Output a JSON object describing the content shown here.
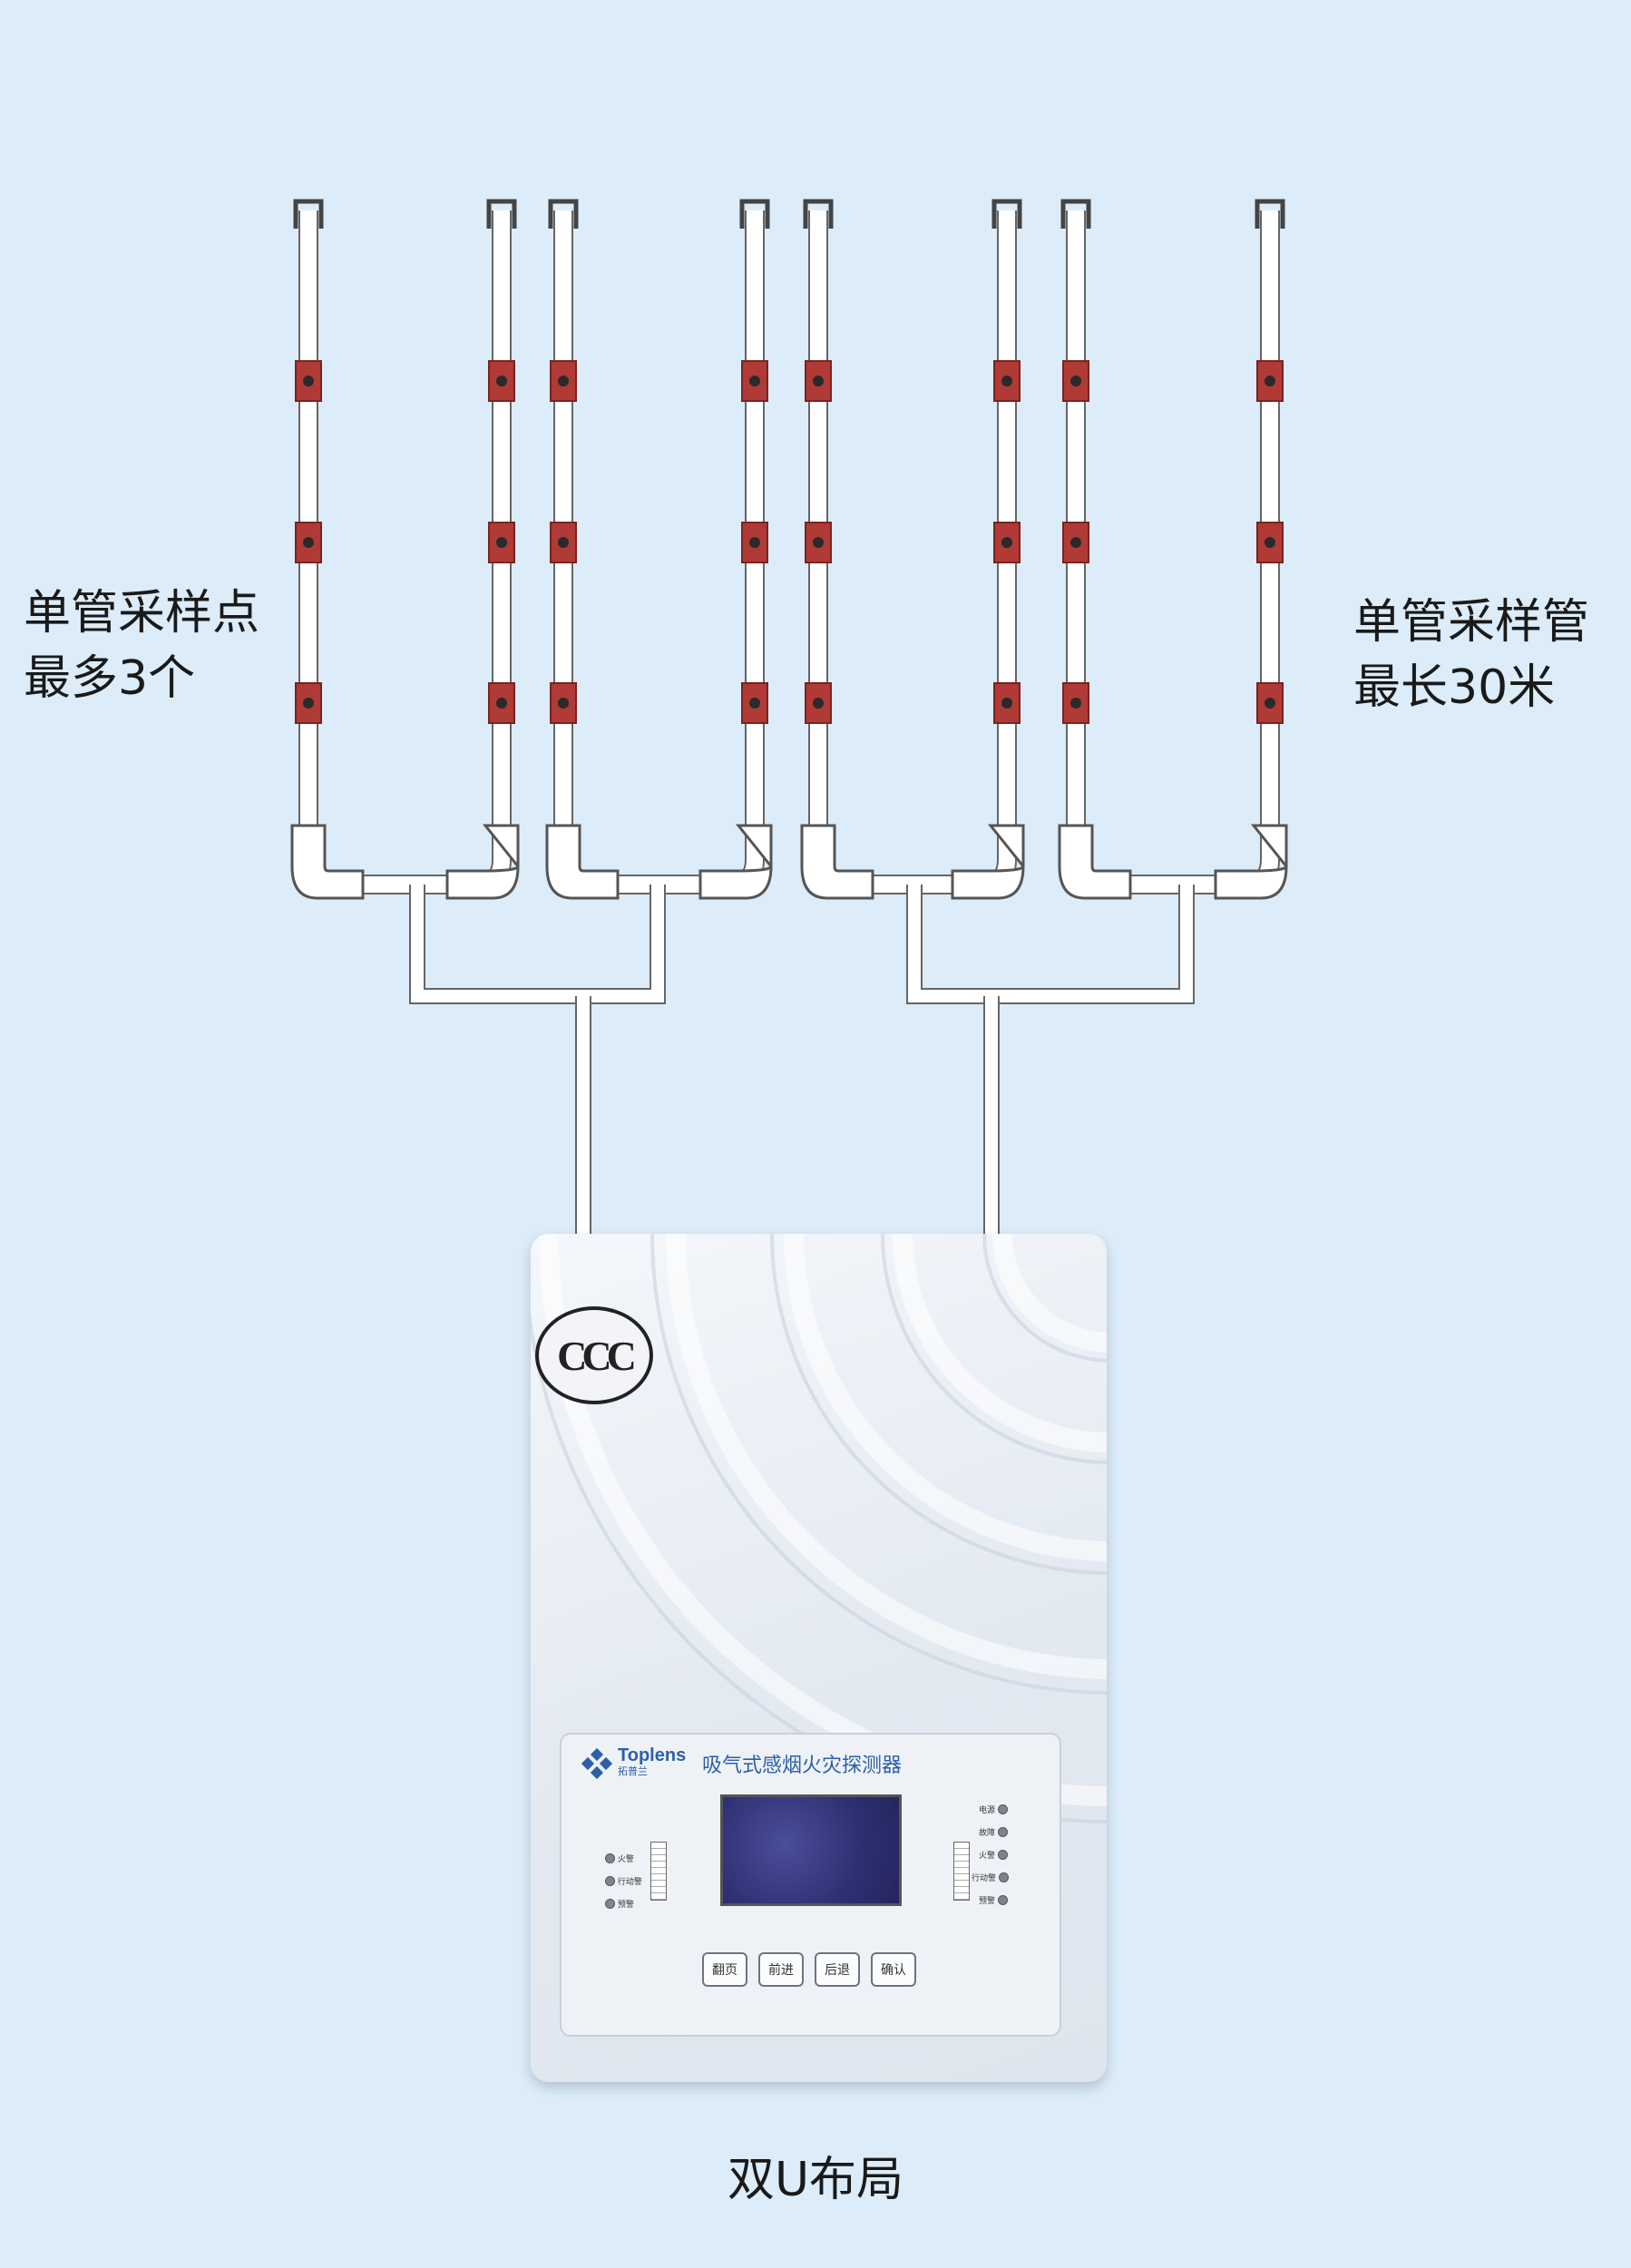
{
  "annotations": {
    "left": {
      "line1": "单管采样点",
      "line2": "最多3个"
    },
    "right": {
      "line1": "单管采样管",
      "line2": "最长30米"
    }
  },
  "caption": "双U布局",
  "device": {
    "certification": "CCC",
    "brand": {
      "name": "Toplens",
      "name_cn": "拓普兰"
    },
    "product_title": "吸气式感烟火灾探测器",
    "left_indicators": [
      "火警",
      "行动警",
      "预警"
    ],
    "right_indicators": [
      "电源",
      "故障",
      "火警",
      "行动警",
      "预警"
    ],
    "buttons": [
      "翻页",
      "前进",
      "后退",
      "确认"
    ]
  },
  "colors": {
    "background": "#dcecf9",
    "pipe_fill": "#ffffff",
    "pipe_outline": "#666666",
    "sampling_point": "#b03a36",
    "brand": "#2d5fa8"
  }
}
